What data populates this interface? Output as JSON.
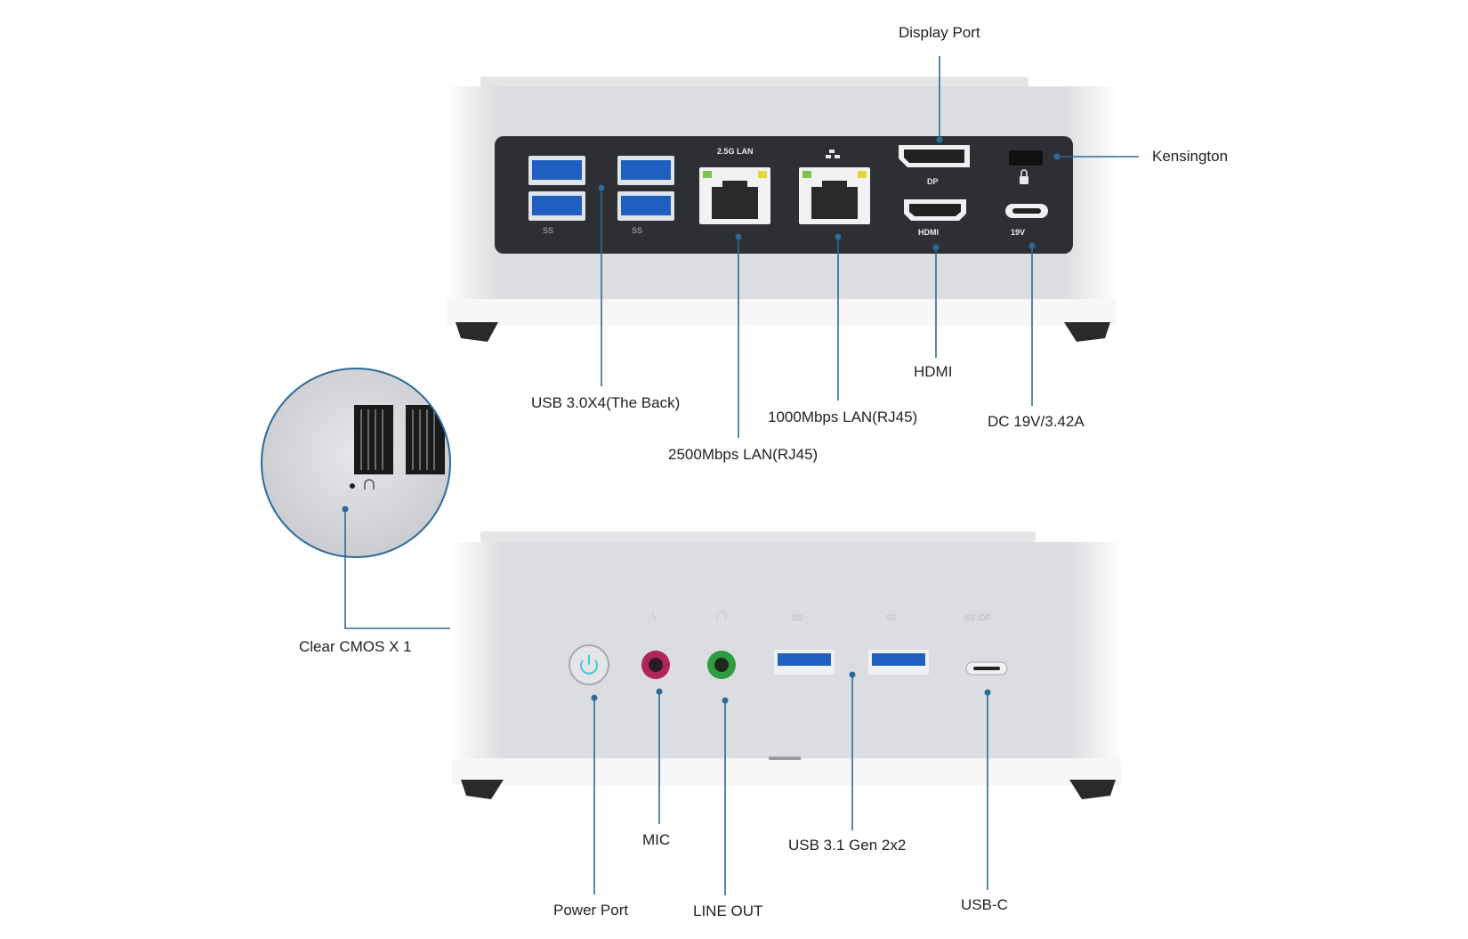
{
  "callouts": {
    "display_port": "Display Port",
    "kensington": "Kensington",
    "usb_back": "USB 3.0X4(The Back)",
    "lan_2500": "2500Mbps LAN(RJ45)",
    "lan_1000": "1000Mbps LAN(RJ45)",
    "hdmi": "HDMI",
    "dc": "DC 19V/3.42A",
    "clear_cmos": "Clear CMOS X 1",
    "power_port": "Power Port",
    "mic": "MIC",
    "line_out": "LINE OUT",
    "usb_front": "USB 3.1 Gen 2x2",
    "usb_c": "USB-C"
  },
  "port_marks": {
    "ss_a": "SS",
    "ss_b": "SS",
    "lan_25g": "2.5G LAN",
    "dp": "DP",
    "hdmi_logo": "HDMI",
    "dc_19v": "19V",
    "front_ss_a": "SS",
    "front_ss_b": "SS",
    "front_ss_dp": "SS /DP"
  },
  "colors": {
    "leader_line": "#2b6a99",
    "usb_blue": "#1f5fbf",
    "mic_pink": "#b0245e",
    "lineout_green": "#2f9c3f",
    "power_cyan": "#3fc5d8",
    "panel_dark": "#2d2f33",
    "chassis": "#d9dadd"
  }
}
